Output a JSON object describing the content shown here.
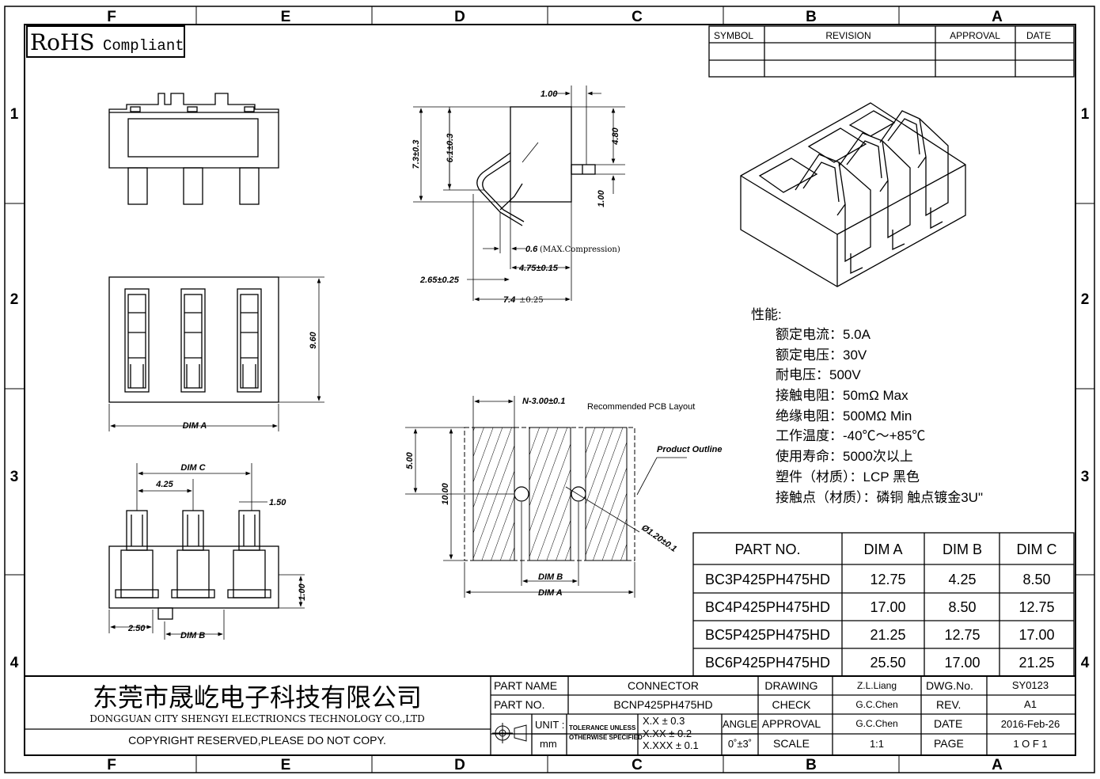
{
  "zones": {
    "columns": [
      "F",
      "E",
      "D",
      "C",
      "B",
      "A"
    ],
    "rows": [
      "1",
      "2",
      "3",
      "4"
    ]
  },
  "rohs": {
    "main": "RoHS",
    "sub": "Compliant"
  },
  "revision_table": {
    "headers": [
      "SYMBOL",
      "REVISION",
      "APPROVAL",
      "DATE"
    ]
  },
  "top_view": {
    "dim_label": "9.60"
  },
  "front_view": {
    "dim_a_label": "DIM A"
  },
  "bottom_view": {
    "dim_c": "DIM C",
    "pitch": "4.25",
    "pin_width": "1.50",
    "height": "1.00",
    "offset": "2.50",
    "dim_b": "DIM B"
  },
  "side_view": {
    "d_1_00_top": "1.00",
    "d_4_80": "4.80",
    "d_1_00_side": "1.00",
    "d_7_3": "7.3±0.3",
    "d_6_1": "6.1±0.3",
    "d_0_6": "0.6",
    "d_0_6_note": "(MAX.Compression)",
    "d_4_75": "4.75±0.15",
    "d_2_65": "2.65±0.25",
    "d_7_4": "7.4",
    "d_7_4_tol": "±0.25"
  },
  "pcb_layout": {
    "title": "Recommended PCB Layout",
    "n_label": "N-3.00±0.1",
    "d_5_00": "5.00",
    "d_10_00": "10.00",
    "outline_label": "Product Outline",
    "hole_label": "Ø1.20±0.1",
    "dim_b": "DIM B",
    "dim_a": "DIM A"
  },
  "specs": {
    "title": "性能:",
    "lines": [
      "额定电流：5.0A",
      "额定电压：30V",
      "耐电压：500V",
      "接触电阻：50mΩ  Max",
      "绝缘电阻：500MΩ  Min",
      "工作温度：-40℃～+85℃",
      "使用寿命：5000次以上",
      "塑件（材质）：LCP 黑色",
      "接触点（材质）：磷铜 触点镀金3U\""
    ]
  },
  "dim_table": {
    "headers": [
      "PART NO.",
      "DIM A",
      "DIM B",
      "DIM C"
    ],
    "rows": [
      [
        "BC3P425PH475HD",
        "12.75",
        "4.25",
        "8.50"
      ],
      [
        "BC4P425PH475HD",
        "17.00",
        "8.50",
        "12.75"
      ],
      [
        "BC5P425PH475HD",
        "21.25",
        "12.75",
        "17.00"
      ],
      [
        "BC6P425PH475HD",
        "25.50",
        "17.00",
        "21.25"
      ]
    ]
  },
  "title_block": {
    "company_cn": "东莞市晟屹电子科技有限公司",
    "company_en": "DONGGUAN CITY SHENGYI ELECTRIONCS TECHNOLOGY CO.,LTD",
    "copyright": "COPYRIGHT RESERVED,PLEASE DO NOT COPY.",
    "part_name_label": "PART NAME",
    "part_name": "CONNECTOR",
    "part_no_label": "PART NO.",
    "part_no": "BCNP425PH475HD",
    "unit_label": "UNIT :",
    "unit": "mm",
    "tolerance_1": "TOLERANCE UNLESS",
    "tolerance_2": "OTHERWISE SPECIFIED",
    "tol_x": "X.X  ± 0.3",
    "tol_xx": "X.XX  ± 0.2",
    "tol_xxx": "X.XXX  ± 0.1",
    "angle_label": "ANGLE",
    "angle": "0˚±3˚",
    "drawing_label": "DRAWING",
    "drawing": "Z.L.Liang",
    "check_label": "CHECK",
    "check": "G.C.Chen",
    "approval_label": "APPROVAL",
    "approval": "G.C.Chen",
    "scale_label": "SCALE",
    "scale": "1:1",
    "dwg_label": "DWG.No.",
    "dwg": "SY0123",
    "rev_label": "REV.",
    "rev": "A1",
    "date_label": "DATE",
    "date": "2016-Feb-26",
    "page_label": "PAGE",
    "page": "1 O F 1"
  }
}
